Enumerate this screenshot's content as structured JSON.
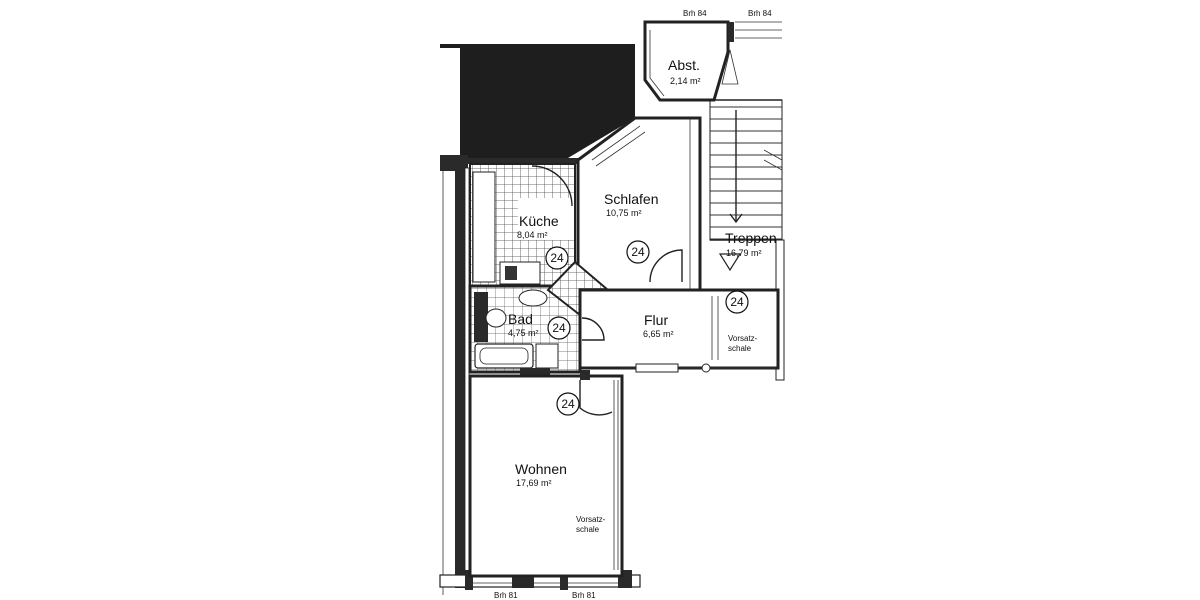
{
  "rooms": {
    "abst": {
      "name": "Abst.",
      "area": "2,14 m²"
    },
    "schlafen": {
      "name": "Schlafen",
      "area": "10,75 m²"
    },
    "kueche": {
      "name": "Küche",
      "area": "8,04 m²"
    },
    "treppen": {
      "name": "Treppen",
      "area": "16,79 m²"
    },
    "bad": {
      "name": "Bad",
      "area": "4,75 m²"
    },
    "flur": {
      "name": "Flur",
      "area": "6,65 m²"
    },
    "wohnen": {
      "name": "Wohnen",
      "area": "17,69 m²"
    }
  },
  "annotations": {
    "brh_top_left": "Brh 84",
    "brh_top_right": "Brh 84",
    "brh_bottom_left": "Brh 81",
    "brh_bottom_right": "Brh 81",
    "vorsatz_flur_line1": "Vorsatz-",
    "vorsatz_flur_line2": "schale",
    "vorsatz_wohnen_line1": "Vorsatz-",
    "vorsatz_wohnen_line2": "schale",
    "door_marker": "24"
  },
  "colors": {
    "wall": "#2a2a2a",
    "line": "#222222",
    "background": "#ffffff"
  }
}
